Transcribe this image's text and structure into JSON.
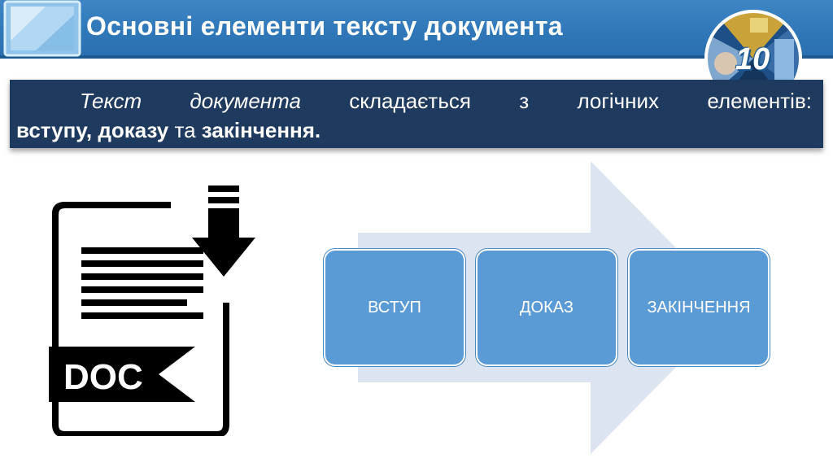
{
  "header": {
    "title": "Основні елементи тексту документа",
    "badge_number": "10"
  },
  "intro": {
    "line1": [
      "Текст",
      "документа",
      "складається",
      "з",
      "логічних",
      "елементів:"
    ],
    "term1": "вступу",
    "sep1": ",",
    "term2": "доказу",
    "conj": "та",
    "term3": "закінчення",
    "end": "."
  },
  "doc_icon": {
    "label": "DOC"
  },
  "flow": {
    "steps": [
      {
        "label": "ВСТУП"
      },
      {
        "label": "ДОКАЗ"
      },
      {
        "label": "ЗАКІНЧЕННЯ"
      }
    ]
  },
  "colors": {
    "header": "#2f77b8",
    "text_box": "#1f3a5f",
    "step": "#5b9bd5",
    "arrow": "#dbe4f0"
  }
}
